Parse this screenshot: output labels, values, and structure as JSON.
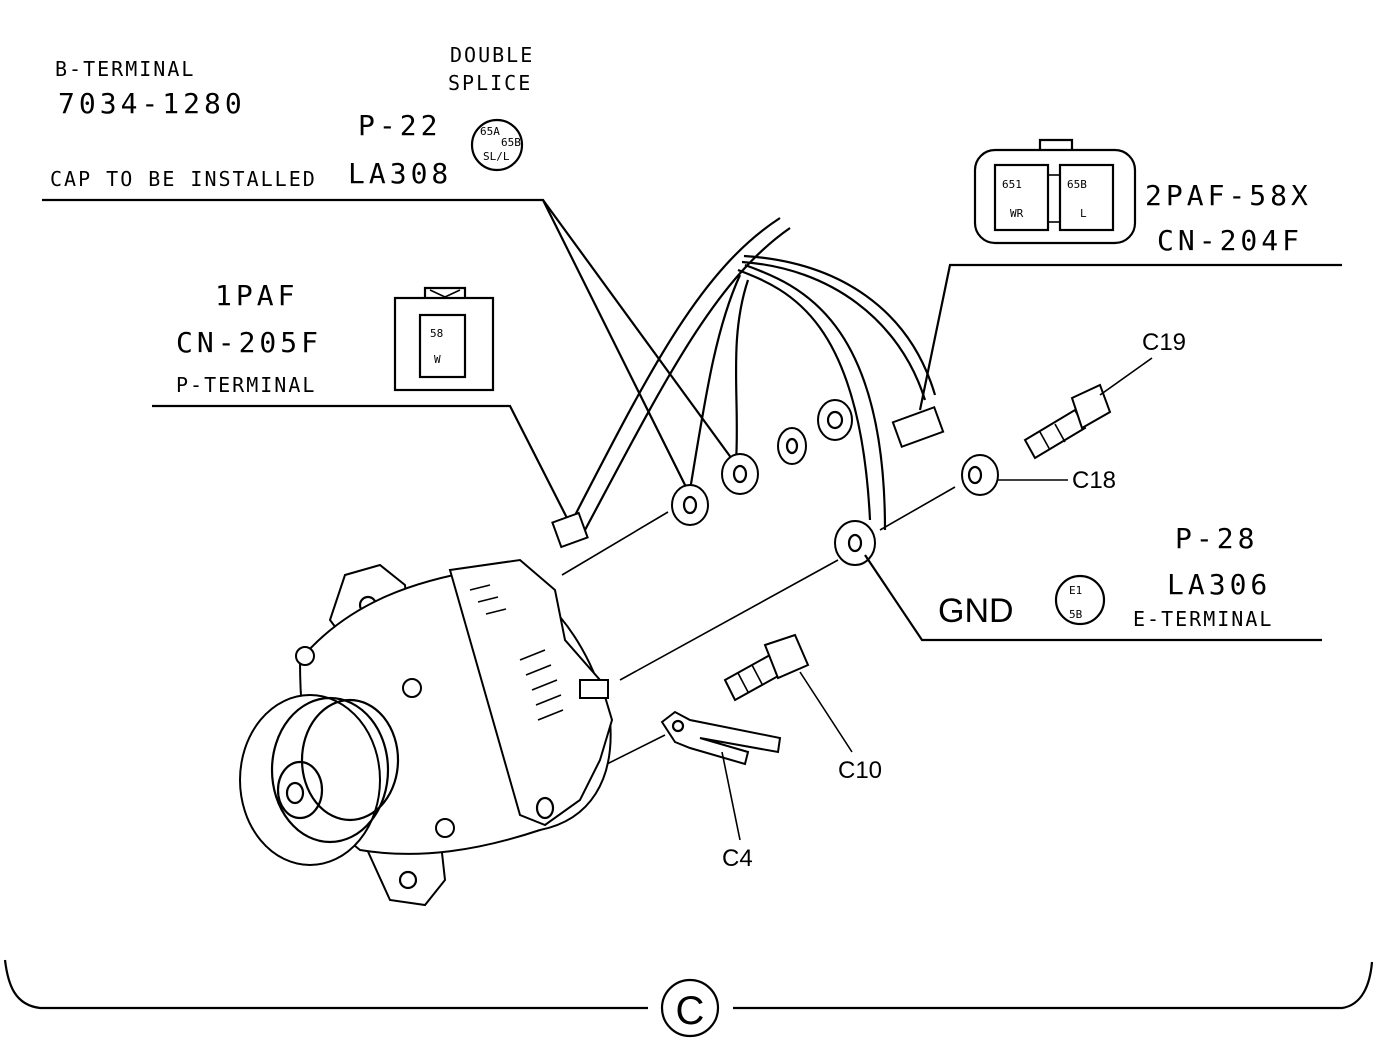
{
  "labels": {
    "b_terminal": "B-TERMINAL",
    "b_part_no": "7034-1280",
    "double_splice_1": "DOUBLE",
    "double_splice_2": "SPLICE",
    "p22": "P-22",
    "la308": "LA308",
    "cap_note": "CAP TO BE INSTALLED",
    "splice_codes": [
      "65A",
      "65B",
      "SL/L"
    ],
    "paf1": "1PAF",
    "cn205f": "CN-205F",
    "p_terminal": "P-TERMINAL",
    "cn205f_pin_code": "58",
    "cn205f_pin_color": "W",
    "paf2": "2PAF-58X",
    "cn204f": "CN-204F",
    "cn204f_pin1_code": "651",
    "cn204f_pin1_color": "WR",
    "cn204f_pin2_code": "65B",
    "cn204f_pin2_color": "L",
    "c19": "C19",
    "c18": "C18",
    "p28": "P-28",
    "la306": "LA306",
    "e_terminal": "E-TERMINAL",
    "gnd": "GND",
    "gnd_codes": [
      "E1",
      "5B"
    ],
    "c10": "C10",
    "c4": "C4",
    "section_marker": "C"
  }
}
